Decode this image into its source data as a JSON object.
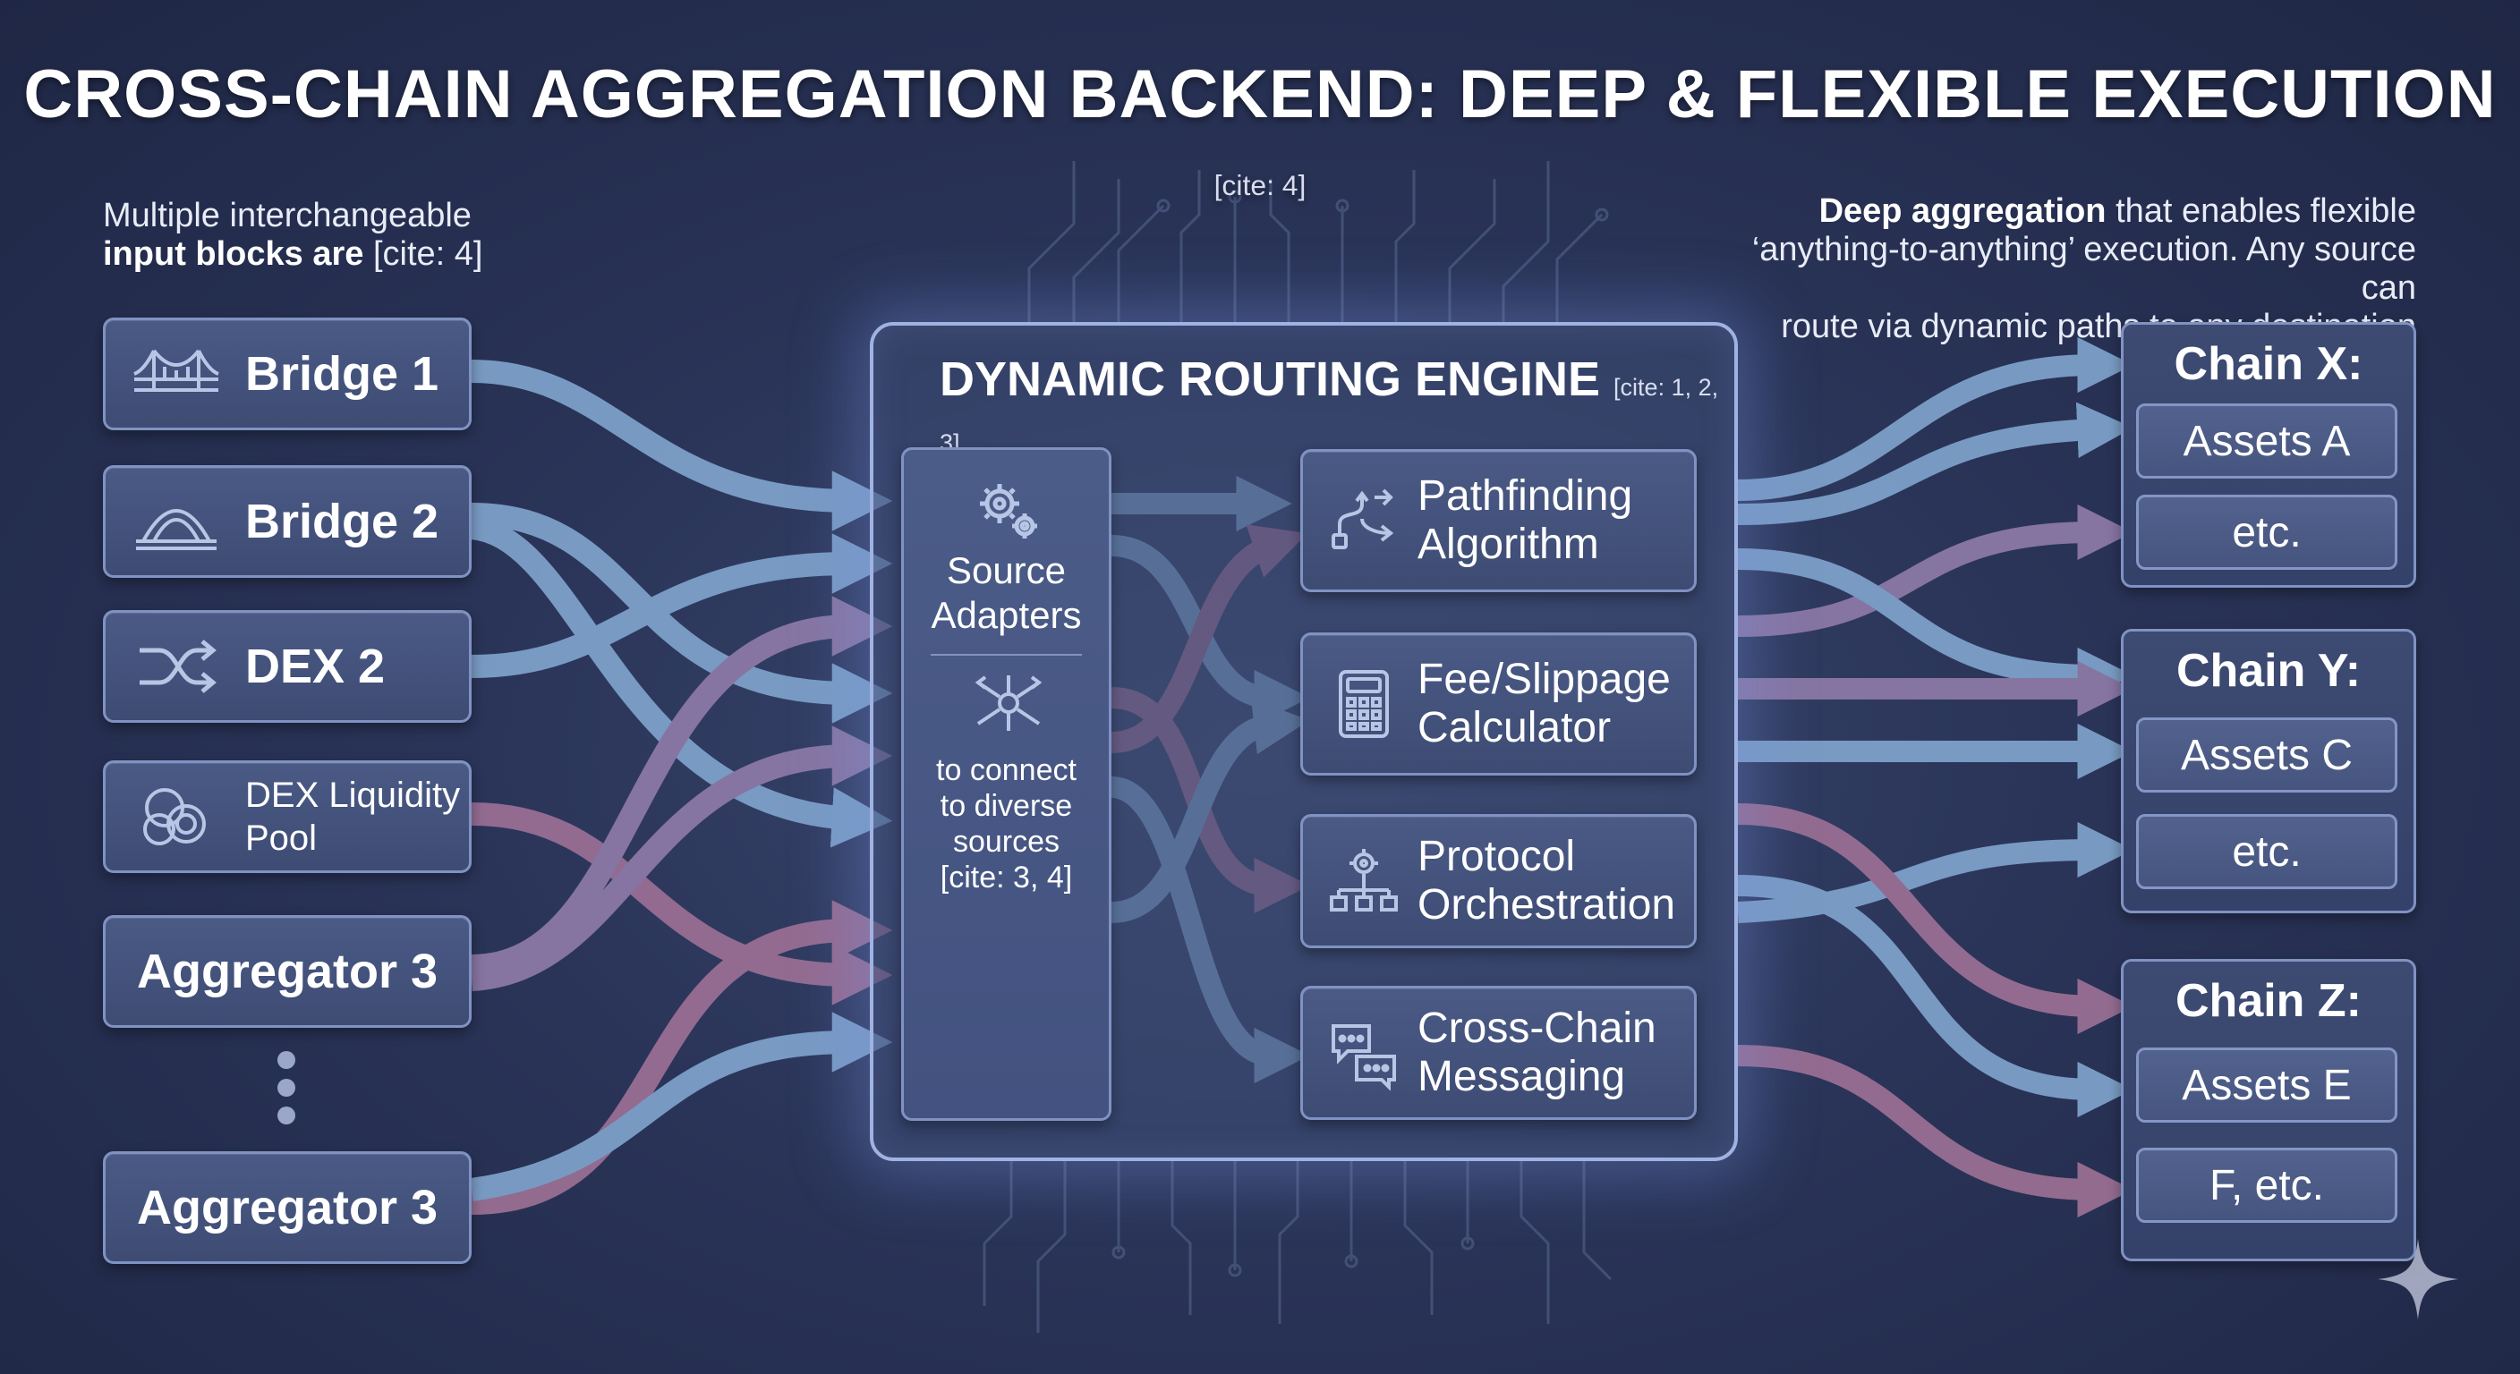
{
  "title": {
    "main": "CROSS-CHAIN AGGREGATION BACKEND: DEEP & FLEXIBLE EXECUTION",
    "cite": "[cite: 4]"
  },
  "left_note": {
    "line1": "Multiple interchangeable",
    "bold": "input blocks are",
    "cite": "[cite: 4]"
  },
  "right_note": {
    "bold": "Deep aggregation",
    "line1_rest": "that enables flexible",
    "line2": "‘anything-to-anything’ execution. Any source can",
    "line3": "route via dynamic paths to any destination"
  },
  "sources": [
    {
      "label": "Bridge 1",
      "icon": "bridge-icon"
    },
    {
      "label": "Bridge 2",
      "icon": "arch-bridge-icon"
    },
    {
      "label": "DEX 2",
      "icon": "shuffle-icon"
    },
    {
      "label": "DEX Liquidity Pool",
      "line1": "DEX Liquidity",
      "line2": "Pool",
      "icon": "liquidity-pool-icon"
    },
    {
      "label": "Aggregator 3"
    },
    {
      "label": "Aggregator 3"
    }
  ],
  "engine": {
    "title": "DYNAMIC ROUTING ENGINE",
    "cite": "[cite: 1, 2, 3]",
    "adapters": {
      "title_line1": "Source",
      "title_line2": "Adapters",
      "desc_line1": "to connect",
      "desc_line2": "to diverse",
      "desc_line3": "sources",
      "desc_line4": "[cite: 3, 4]"
    },
    "modules": [
      {
        "line1": "Pathfinding",
        "line2": "Algorithm",
        "icon": "route-icon"
      },
      {
        "line1": "Fee/Slippage",
        "line2": "Calculator",
        "icon": "calculator-icon"
      },
      {
        "line1": "Protocol",
        "line2": "Orchestration",
        "icon": "orchestration-icon"
      },
      {
        "line1": "Cross-Chain",
        "line2": "Messaging",
        "icon": "chat-bubbles-icon"
      }
    ]
  },
  "chains": [
    {
      "title": "Chain X:",
      "assets": [
        "Assets A",
        "etc."
      ]
    },
    {
      "title": "Chain Y:",
      "assets": [
        "Assets C",
        "etc."
      ]
    },
    {
      "title": "Chain Z:",
      "assets": [
        "Assets E",
        "F, etc."
      ]
    }
  ],
  "colors": {
    "flow_blue": "#7fa3cc",
    "flow_purple": "#8e7aa8",
    "flow_mauve": "#9c7095",
    "box_border": "#7f92c2",
    "background": "#2a3458"
  }
}
